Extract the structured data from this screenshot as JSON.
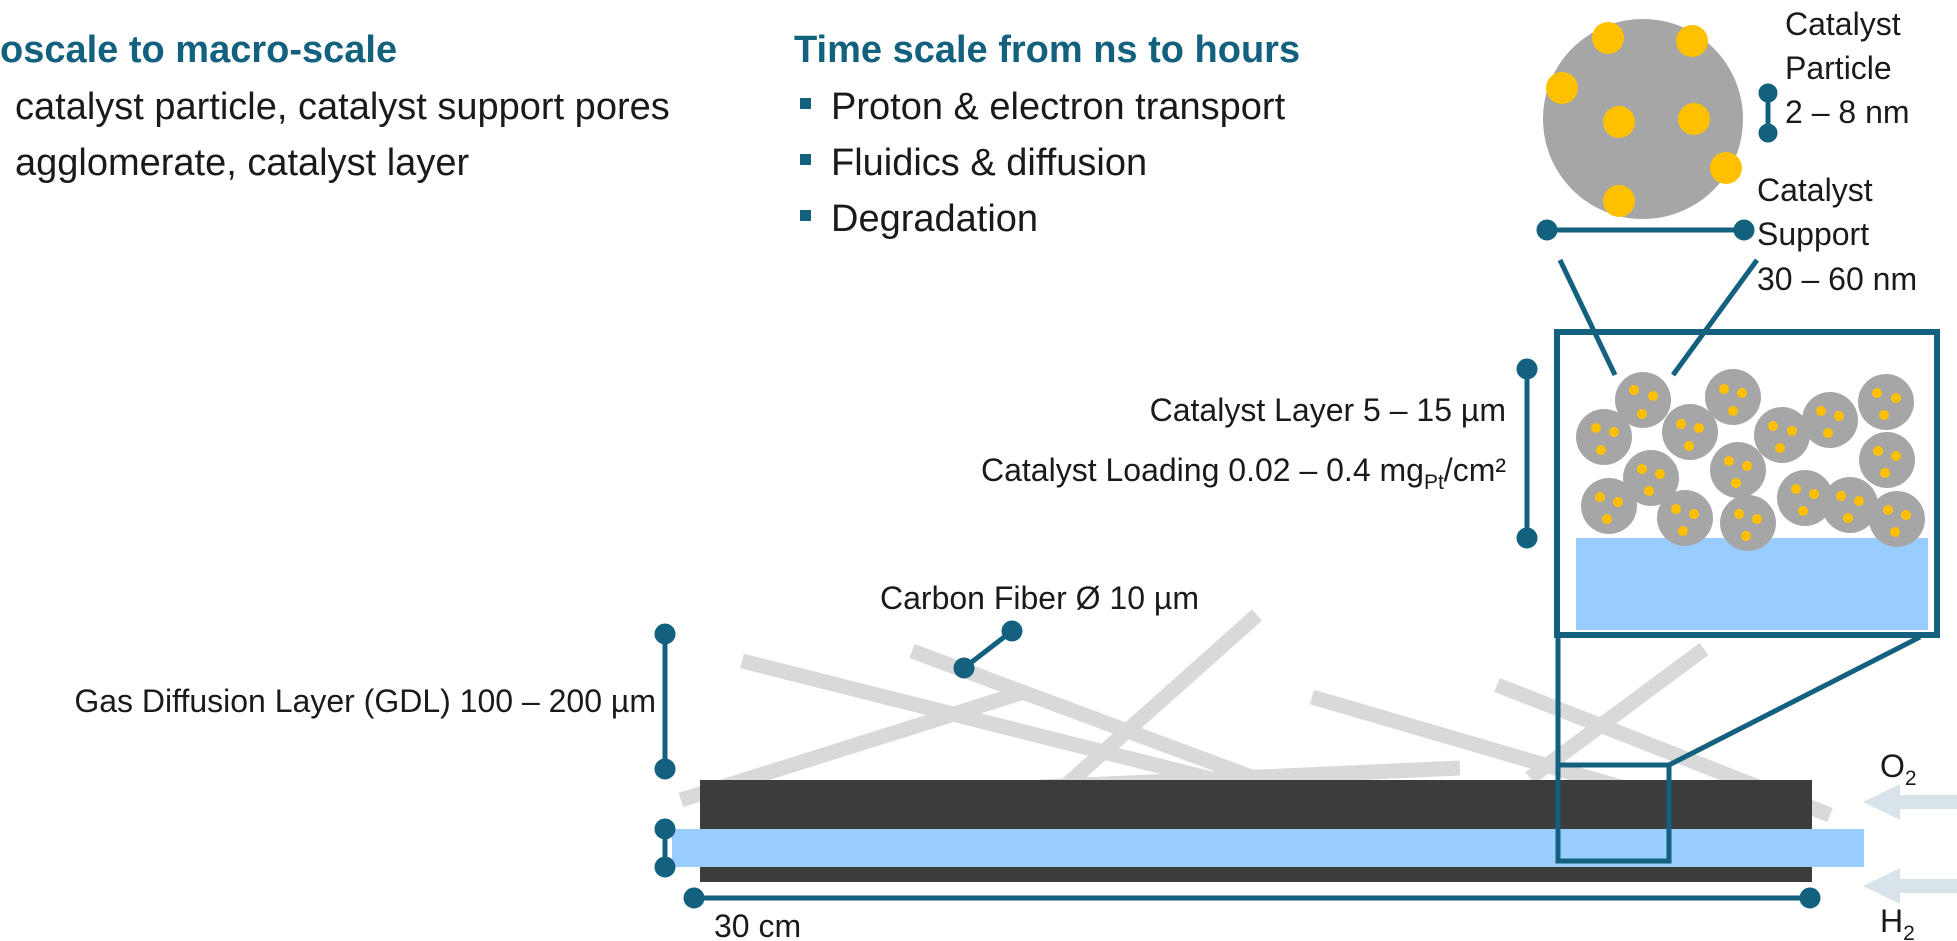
{
  "left_heading": "oscale to macro-scale",
  "left_lines": [
    "catalyst particle, catalyst support pores",
    "agglomerate, catalyst layer"
  ],
  "right_heading": "Time scale from ns to hours",
  "bullets": [
    "Proton & electron transport",
    "Fluidics & diffusion",
    "Degradation"
  ],
  "labels": {
    "catalyst_particle": [
      "Catalyst",
      "Particle",
      "2 – 8 nm"
    ],
    "catalyst_support": [
      "Catalyst",
      "Support",
      "30 – 60 nm"
    ],
    "catalyst_layer": "Catalyst Layer 5 – 15 µm",
    "catalyst_loading_prefix": "Catalyst Loading 0.02 – 0.4 mg",
    "catalyst_loading_sub": "Pt",
    "catalyst_loading_suffix": "/cm²",
    "carbon_fiber": "Carbon Fiber Ø 10 µm",
    "gdl": "Gas Diffusion Layer (GDL) 100 – 200 µm",
    "length": "30 cm",
    "o2_main": "O",
    "o2_sub": "2",
    "h2_main": "H",
    "h2_sub": "2"
  },
  "colors": {
    "accent": "#13617e",
    "particle_gray": "#a6a6a6",
    "catalyst_yellow": "#ffc000",
    "membrane_blue": "#99ccff",
    "plate_dark": "#3c3c3c",
    "fiber_gray": "#d9d9d9",
    "arrow_gray": "#d8e3ea"
  }
}
